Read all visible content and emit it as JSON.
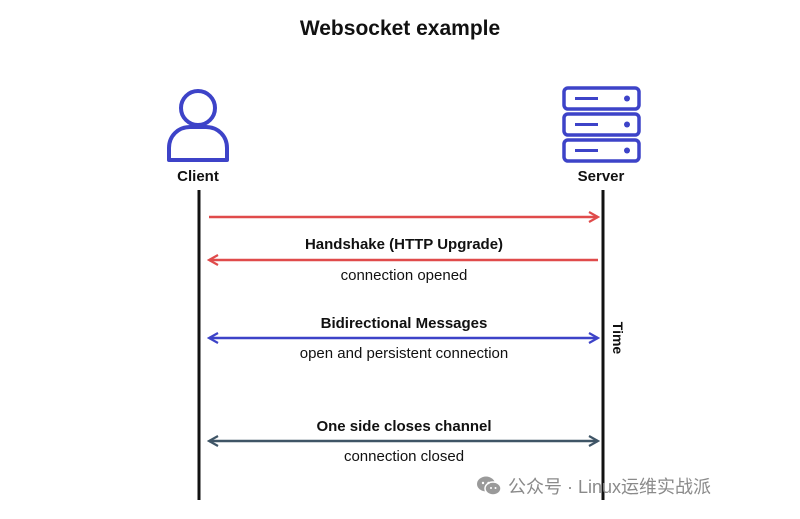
{
  "title": "Websocket example",
  "actors": {
    "client": "Client",
    "server": "Server"
  },
  "axis": {
    "time_label": "Time"
  },
  "messages": [
    {
      "id": "handshake",
      "label": "Handshake (HTTP Upgrade)",
      "sublabel": "connection opened",
      "color": "#e04b4b"
    },
    {
      "id": "bidirectional",
      "label": "Bidirectional Messages",
      "sublabel": "open and persistent connection",
      "color": "#3d43c8"
    },
    {
      "id": "close",
      "label": "One side closes channel",
      "sublabel": "connection closed",
      "color": "#3f5566"
    }
  ],
  "colors": {
    "icon": "#3d43c8",
    "lifeline": "#111111"
  },
  "watermark": {
    "text": "公众号 · Linux运维实战派",
    "icon": "wechat-icon"
  }
}
